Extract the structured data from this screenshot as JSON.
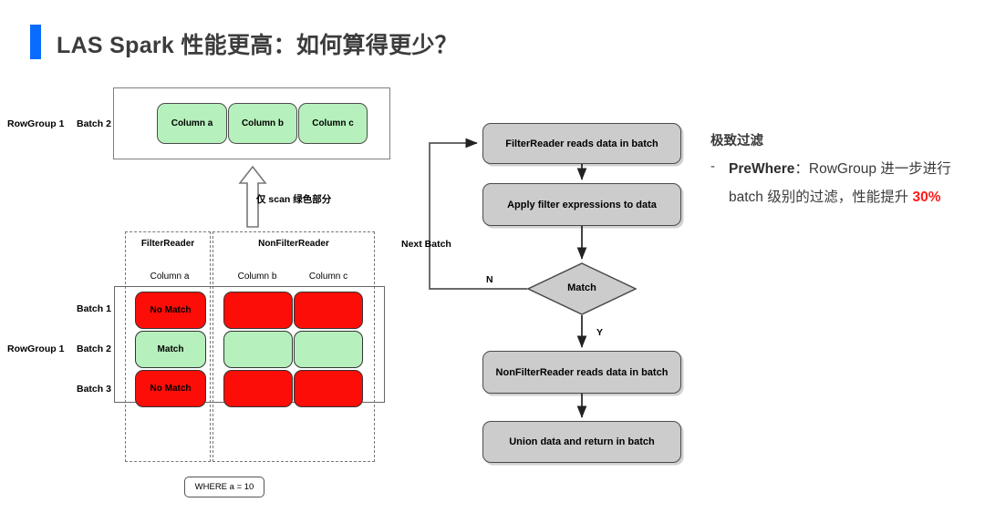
{
  "page_title": "LAS Spark 性能更高：如何算得更少？",
  "accent_color": "#0a6cff",
  "top_diagram": {
    "rowgroup_label": "RowGroup 1",
    "batch_label": "Batch 2",
    "columns": [
      "Column a",
      "Column b",
      "Column c"
    ],
    "scan_note": "仅 scan 绿色部分",
    "scan_arrow_icon": "arrow-up-icon"
  },
  "table_diagram": {
    "rowgroup_label": "RowGroup 1",
    "reader_groups": [
      {
        "name": "FilterReader",
        "columns": [
          "Column a"
        ]
      },
      {
        "name": "NonFilterReader",
        "columns": [
          "Column b",
          "Column c"
        ]
      }
    ],
    "column_headers": [
      "Column a",
      "Column b",
      "Column c"
    ],
    "batch_labels": [
      "Batch 1",
      "Batch 2",
      "Batch 3"
    ],
    "rows": [
      {
        "batch": "Batch 1",
        "match": false,
        "cells": [
          {
            "label": "No Match",
            "state": "red"
          },
          {
            "label": "",
            "state": "red"
          },
          {
            "label": "",
            "state": "red"
          }
        ]
      },
      {
        "batch": "Batch 2",
        "match": true,
        "cells": [
          {
            "label": "Match",
            "state": "green"
          },
          {
            "label": "",
            "state": "green"
          },
          {
            "label": "",
            "state": "green"
          }
        ]
      },
      {
        "batch": "Batch 3",
        "match": false,
        "cells": [
          {
            "label": "No Match",
            "state": "red"
          },
          {
            "label": "",
            "state": "red"
          },
          {
            "label": "",
            "state": "red"
          }
        ]
      }
    ],
    "where_clause": "WHERE a = 10",
    "colors": {
      "match": "#b6f0bc",
      "no_match": "#fd0d08"
    }
  },
  "flowchart": {
    "nodes": [
      {
        "id": "n1",
        "label": "FilterReader reads data in batch",
        "shape": "rounded-rect"
      },
      {
        "id": "n2",
        "label": "Apply filter expressions to data",
        "shape": "rounded-rect"
      },
      {
        "id": "n3",
        "label": "Match",
        "shape": "diamond"
      },
      {
        "id": "n4",
        "label": "NonFilterReader reads data in batch",
        "shape": "rounded-rect"
      },
      {
        "id": "n5",
        "label": "Union data and return in batch",
        "shape": "rounded-rect"
      }
    ],
    "edge_labels": {
      "loop": "Next Batch",
      "no": "N",
      "yes": "Y"
    },
    "node_fill": "#cccccc"
  },
  "right_panel": {
    "heading": "极致过滤",
    "bullet_marker": "-",
    "bullet_term": "PreWhere",
    "bullet_separator": "：",
    "bullet_text_before": "RowGroup 进一步进行 batch 级别的过滤，性能提升 ",
    "bullet_highlight": "30%",
    "highlight_color": "#ff1a1a"
  }
}
